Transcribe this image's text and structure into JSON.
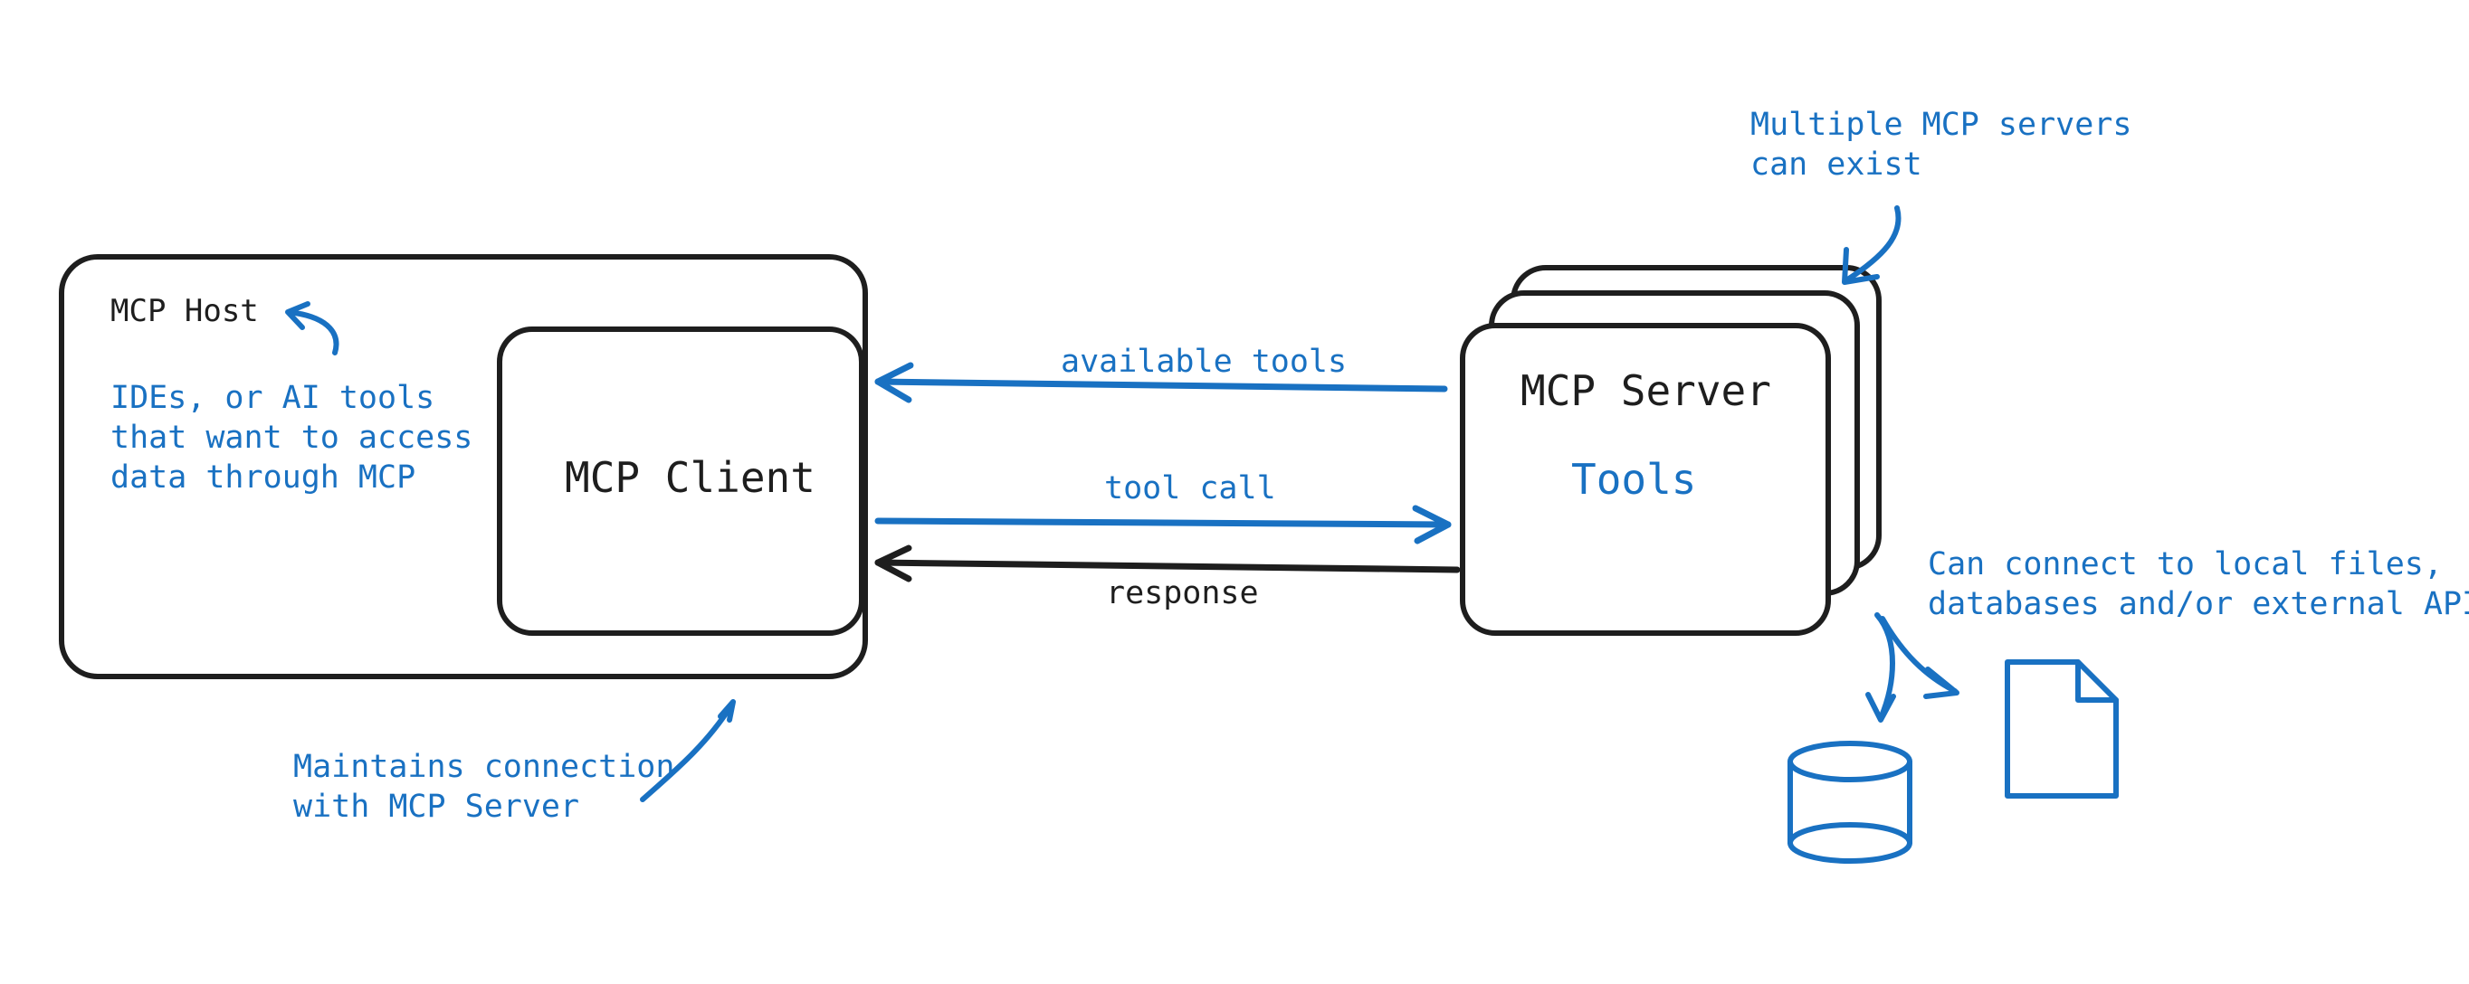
{
  "colors": {
    "ink": "#1e1e1e",
    "accent": "#1971c2",
    "background": "#ffffff"
  },
  "host": {
    "title": "MCP Host",
    "note": "IDEs, or AI tools\nthat want to access\ndata through MCP"
  },
  "client": {
    "title": "MCP Client"
  },
  "client_note": "Maintains connection\nwith MCP Server",
  "server": {
    "title": "MCP Server",
    "subtitle": "Tools"
  },
  "servers_note": "Multiple MCP servers\ncan exist",
  "resources_note": "Can connect to local files,\ndatabases and/or external APIs",
  "edges": {
    "available_tools": "available tools",
    "tool_call": "tool call",
    "response": "response"
  },
  "icons": [
    "database-icon",
    "file-icon"
  ]
}
